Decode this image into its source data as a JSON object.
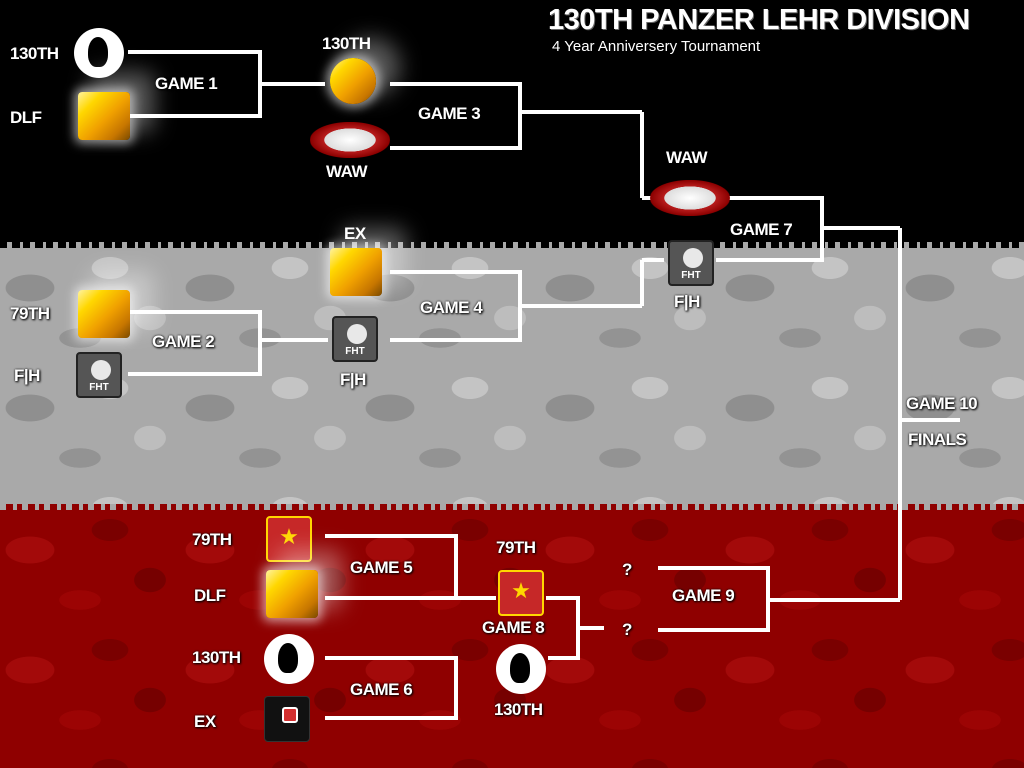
{
  "header": {
    "title": "130TH PANZER LEHR DIVISION",
    "subtitle": "4 Year Anniversery Tournament"
  },
  "games": {
    "g1": "GAME 1",
    "g2": "GAME 2",
    "g3": "GAME 3",
    "g4": "GAME 4",
    "g5": "GAME 5",
    "g6": "GAME 6",
    "g7": "GAME 7",
    "g8": "GAME 8",
    "g9": "GAME 9",
    "g10": "GAME 10",
    "finals": "FINALS"
  },
  "teams": {
    "r1_130th": "130TH",
    "r1_dlf": "DLF",
    "r1_79th": "79TH",
    "r1_fh": "F|H",
    "r1_79th_b": "79TH",
    "r1_dlf_b": "DLF",
    "r1_130th_b": "130TH",
    "r1_ex": "EX",
    "r2_130th": "130TH",
    "r2_waw": "WAW",
    "r2_ex": "EX",
    "r2_fh": "F|H",
    "r2_79th": "79TH",
    "r2_130th_b": "130TH",
    "r3_waw": "WAW",
    "r3_fh": "F|H",
    "sf_q1": "?",
    "sf_q2": "?"
  },
  "colors": {
    "top": "#000000",
    "middle": "#a9a9a9",
    "bottom": "#8f0000",
    "lines": "#ffffff"
  },
  "icons": [
    "rooster-logo-icon",
    "flame-logo-icon",
    "waw-eagle-logo-icon",
    "fht-helmet-logo-icon",
    "soviet-star-logo-icon",
    "ex-team-logo-icon"
  ]
}
